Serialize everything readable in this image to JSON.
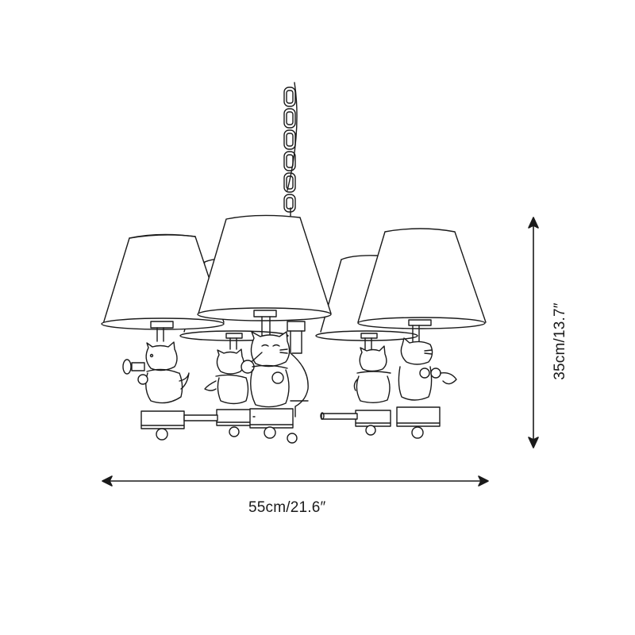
{
  "diagram": {
    "subject": "chandelier-with-cat-figurines",
    "style": "black line art on white",
    "stroke_color": "#1a1a1a",
    "background_color": "#ffffff",
    "lamp_shade_count": 5,
    "figurine_count": 5
  },
  "dimensions": {
    "width": {
      "label": "55cm/21.6″",
      "orientation": "horizontal"
    },
    "height": {
      "label": "35cm/13.7″",
      "orientation": "vertical"
    }
  }
}
